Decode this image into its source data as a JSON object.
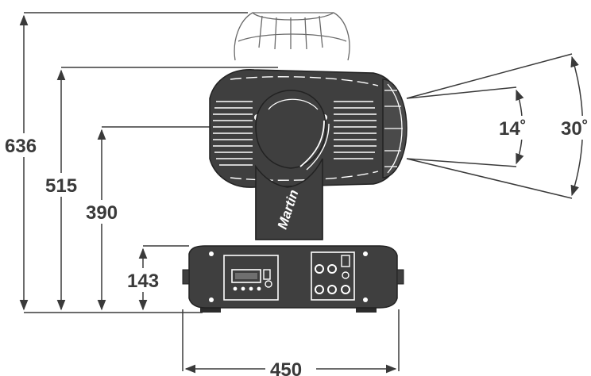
{
  "diagram": {
    "product_logo": "Martin",
    "dimensions": {
      "total_height": "636",
      "head_top_height": "515",
      "tilt_axis_height": "390",
      "base_height": "143",
      "base_width": "450"
    },
    "beam_angles": {
      "narrow": "14˚",
      "wide": "30˚"
    },
    "colors": {
      "line": "#3a3a3a",
      "body_fill": "#3f3f3f",
      "highlight": "#ffffff"
    }
  }
}
